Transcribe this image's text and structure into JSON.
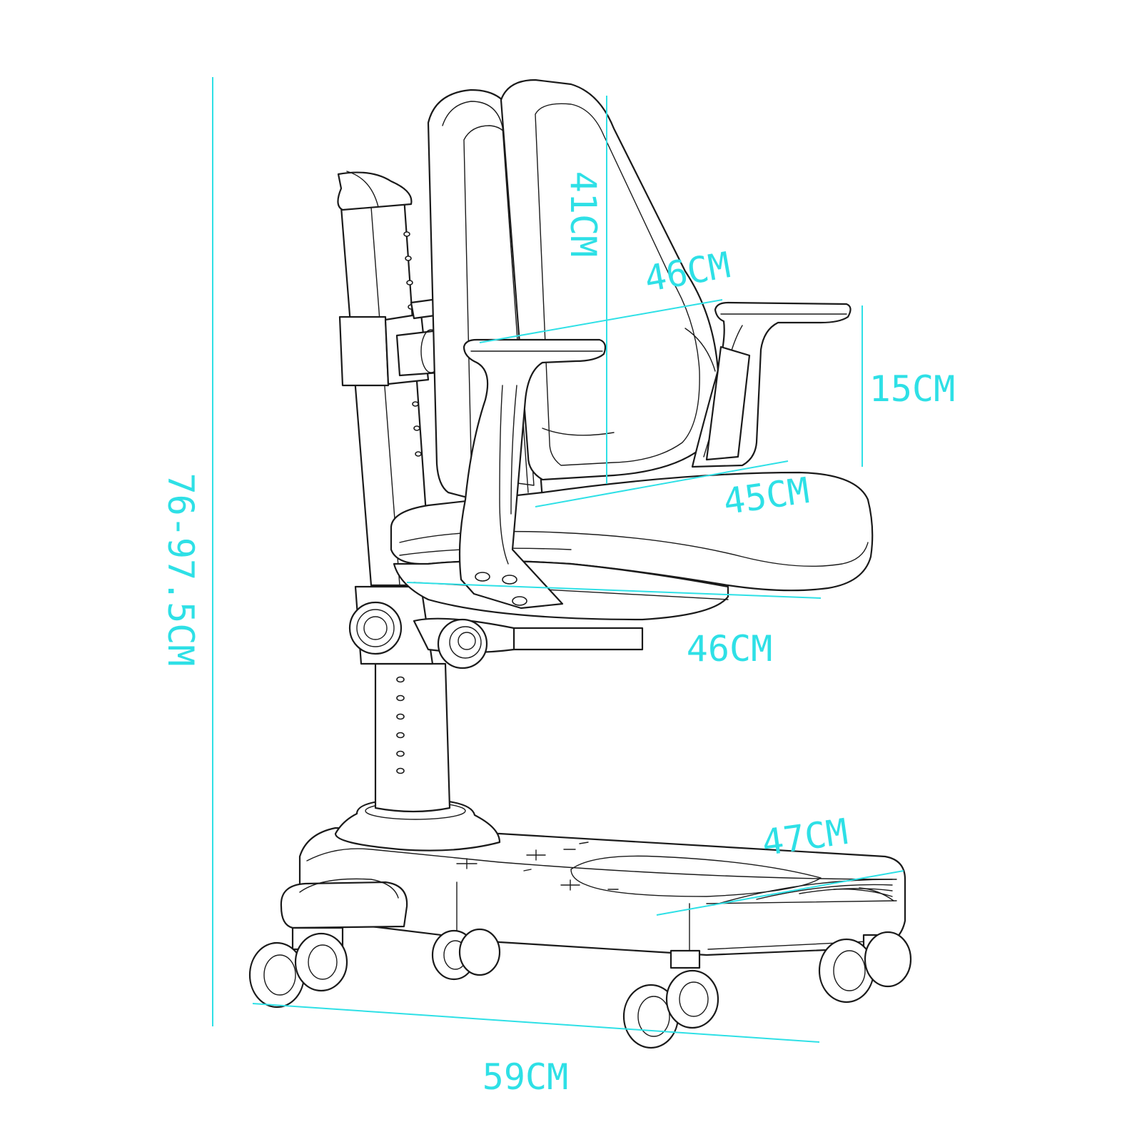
{
  "dimensions": {
    "total_height": "76-97.5CM",
    "backrest_height": "41CM",
    "backrest_width": "46CM",
    "armrest_height": "15CM",
    "seat_width": "45CM",
    "seat_depth": "46CM",
    "footrest_width": "47CM",
    "base_width": "59CM"
  },
  "colors": {
    "dimension_line": "#2ee0e6",
    "outline": "#1a1a1a",
    "background": "#ffffff"
  }
}
